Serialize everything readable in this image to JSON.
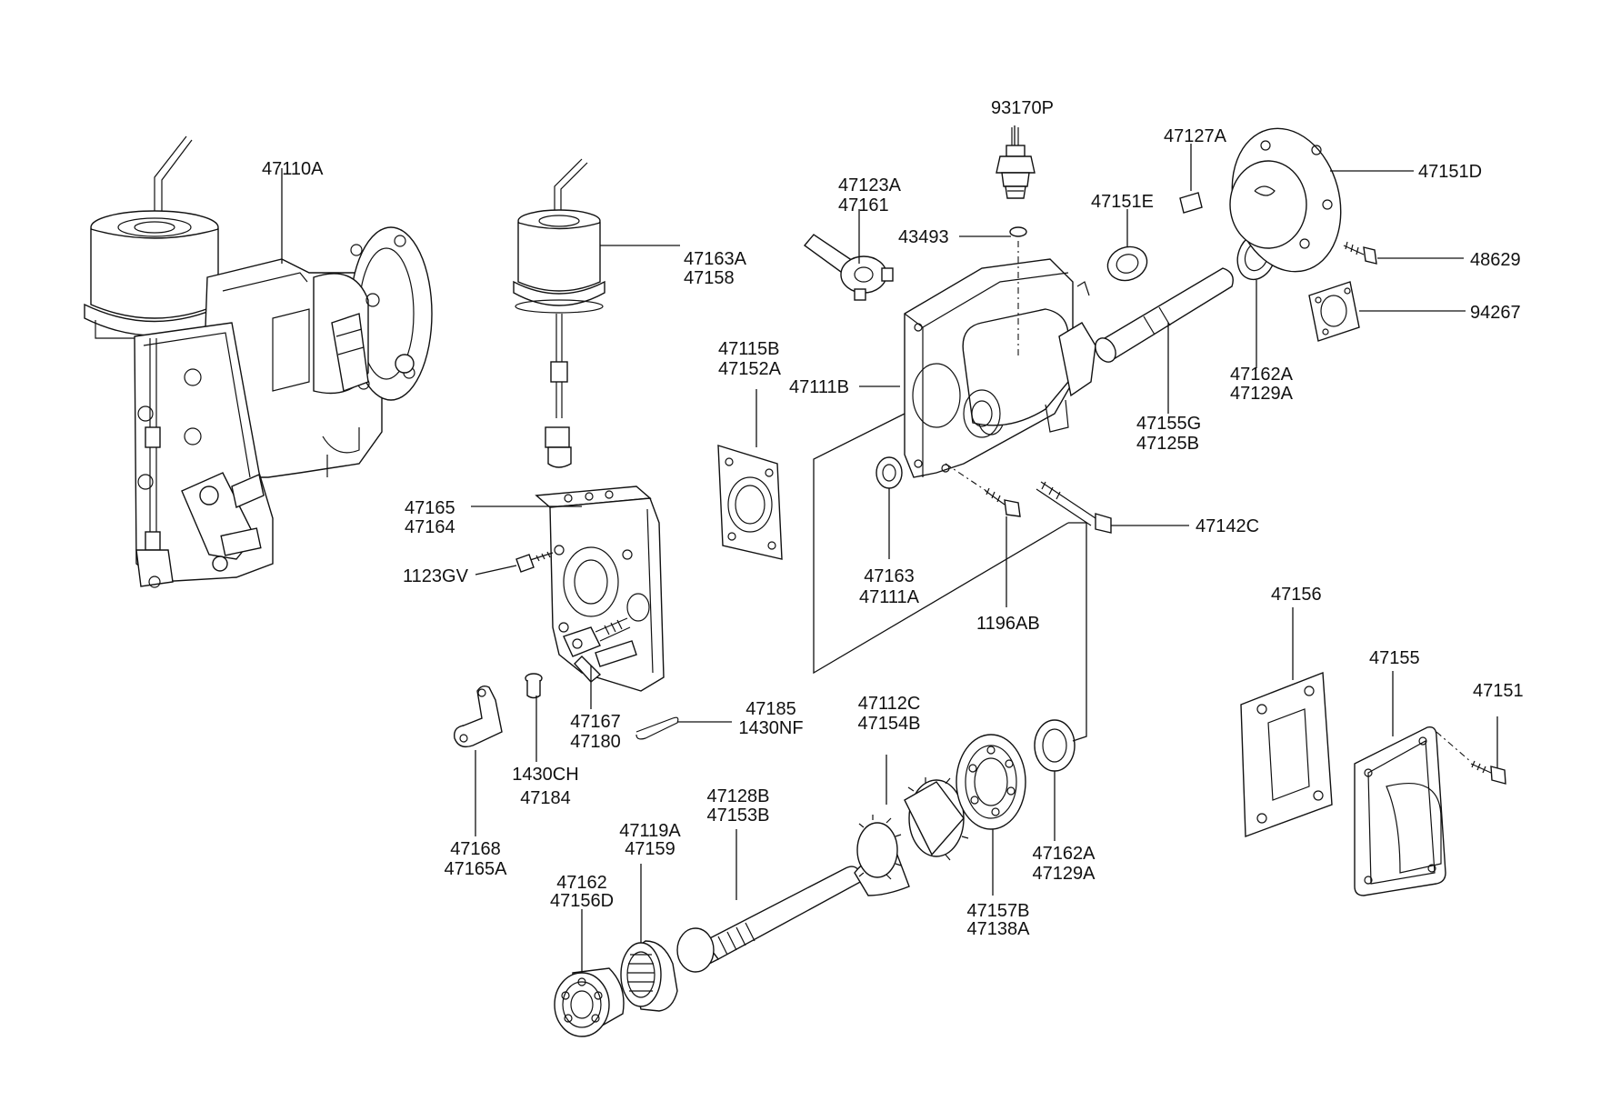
{
  "labels": {
    "l47110A": [
      "47110A"
    ],
    "l47163A": [
      "47163A",
      "47158"
    ],
    "l93170P": [
      "93170P"
    ],
    "l47123A": [
      "47123A",
      "47161"
    ],
    "l43493": [
      "43493"
    ],
    "l47127A": [
      "47127A"
    ],
    "l47151E": [
      "47151E"
    ],
    "l47151D": [
      "47151D"
    ],
    "l48629": [
      "48629"
    ],
    "l94267": [
      "94267"
    ],
    "l47115B": [
      "47115B",
      "47152A"
    ],
    "l47111B": [
      "47111B"
    ],
    "l47162Atop": [
      "47162A",
      "47129A"
    ],
    "l47155G": [
      "47155G",
      "47125B"
    ],
    "l47165": [
      "47165",
      "47164"
    ],
    "l1123GV": [
      "1123GV"
    ],
    "l47163": [
      "47163",
      "47111A"
    ],
    "l1196AB": [
      "1196AB"
    ],
    "l47142C": [
      "47142C"
    ],
    "l47156": [
      "47156"
    ],
    "l47155": [
      "47155"
    ],
    "l47151": [
      "47151"
    ],
    "l47167": [
      "47167",
      "47180"
    ],
    "l47185": [
      "47185",
      "1430NF"
    ],
    "l47112C": [
      "47112C",
      "47154B"
    ],
    "l1430CH": [
      "1430CH",
      "47184"
    ],
    "l47168": [
      "47168",
      "47165A"
    ],
    "l47128B": [
      "47128B",
      "47153B"
    ],
    "l47119A": [
      "47119A",
      "47159"
    ],
    "l47162": [
      "47162",
      "47156D"
    ],
    "l47162Abot": [
      "47162A",
      "47129A"
    ],
    "l47157B": [
      "47157B",
      "47138A"
    ]
  },
  "icons": [
    "actuator-assembly",
    "vacuum-actuator",
    "switch",
    "bracket",
    "housing",
    "shaft",
    "gasket",
    "cover",
    "bearing",
    "bolt"
  ]
}
